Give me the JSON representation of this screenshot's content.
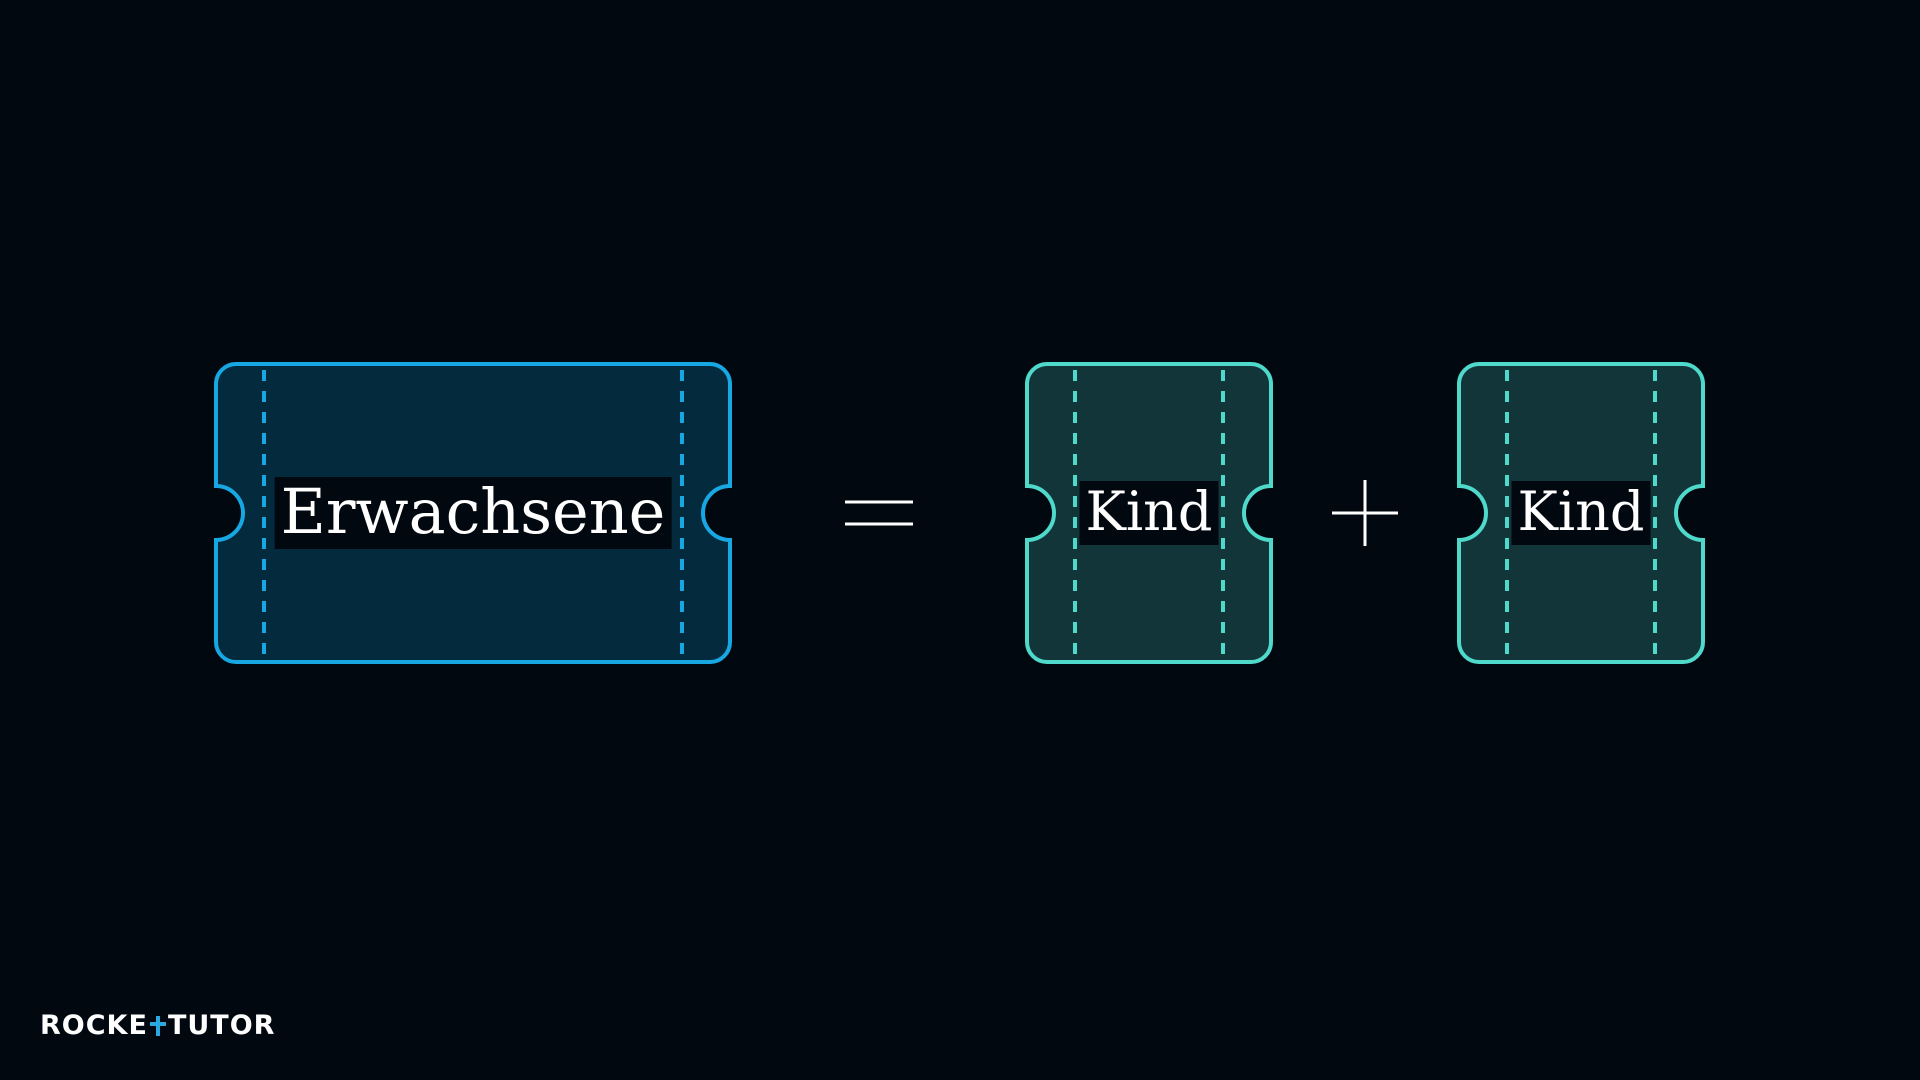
{
  "diagram": {
    "adult_ticket": {
      "label": "Erwachsene",
      "stroke": "#17a8e3",
      "fill": "#032a3d"
    },
    "child_tickets": [
      {
        "label": "Kind",
        "stroke": "#4fd9cb",
        "fill": "#12353a"
      },
      {
        "label": "Kind",
        "stroke": "#4fd9cb",
        "fill": "#12353a"
      }
    ],
    "operators": {
      "equals": "=",
      "plus": "+"
    }
  },
  "branding": {
    "logo_text_left": "ROCKE",
    "logo_text_right": "TUTOR",
    "accent_color": "#29a9e0"
  },
  "colors": {
    "background": "#02080f",
    "text": "#ffffff"
  }
}
